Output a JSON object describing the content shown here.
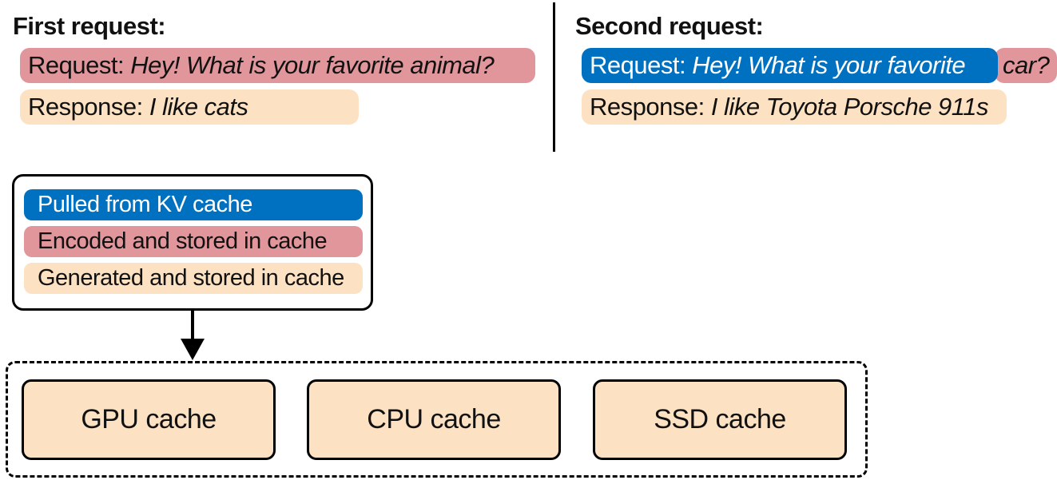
{
  "colors": {
    "pulled": "#0070c0",
    "encoded": "#e0969a",
    "generated": "#fde1c3",
    "white_text": "#ffffff",
    "dark_text": "#111111"
  },
  "first": {
    "heading": "First request:",
    "request_label": "Request: ",
    "request_text": "Hey! What is your favorite animal?",
    "response_label": "Response: ",
    "response_text": "I like cats"
  },
  "second": {
    "heading": "Second request:",
    "request_label": "Request: ",
    "request_cached_text": "Hey! What is your favorite",
    "request_new_text": "car?",
    "response_label": "Response: ",
    "response_text": "I like Toyota Porsche 911s"
  },
  "legend": {
    "pulled": "Pulled from KV cache",
    "encoded": "Encoded and stored in cache",
    "generated": "Generated and stored in cache"
  },
  "caches": [
    "GPU cache",
    "CPU cache",
    "SSD cache"
  ]
}
